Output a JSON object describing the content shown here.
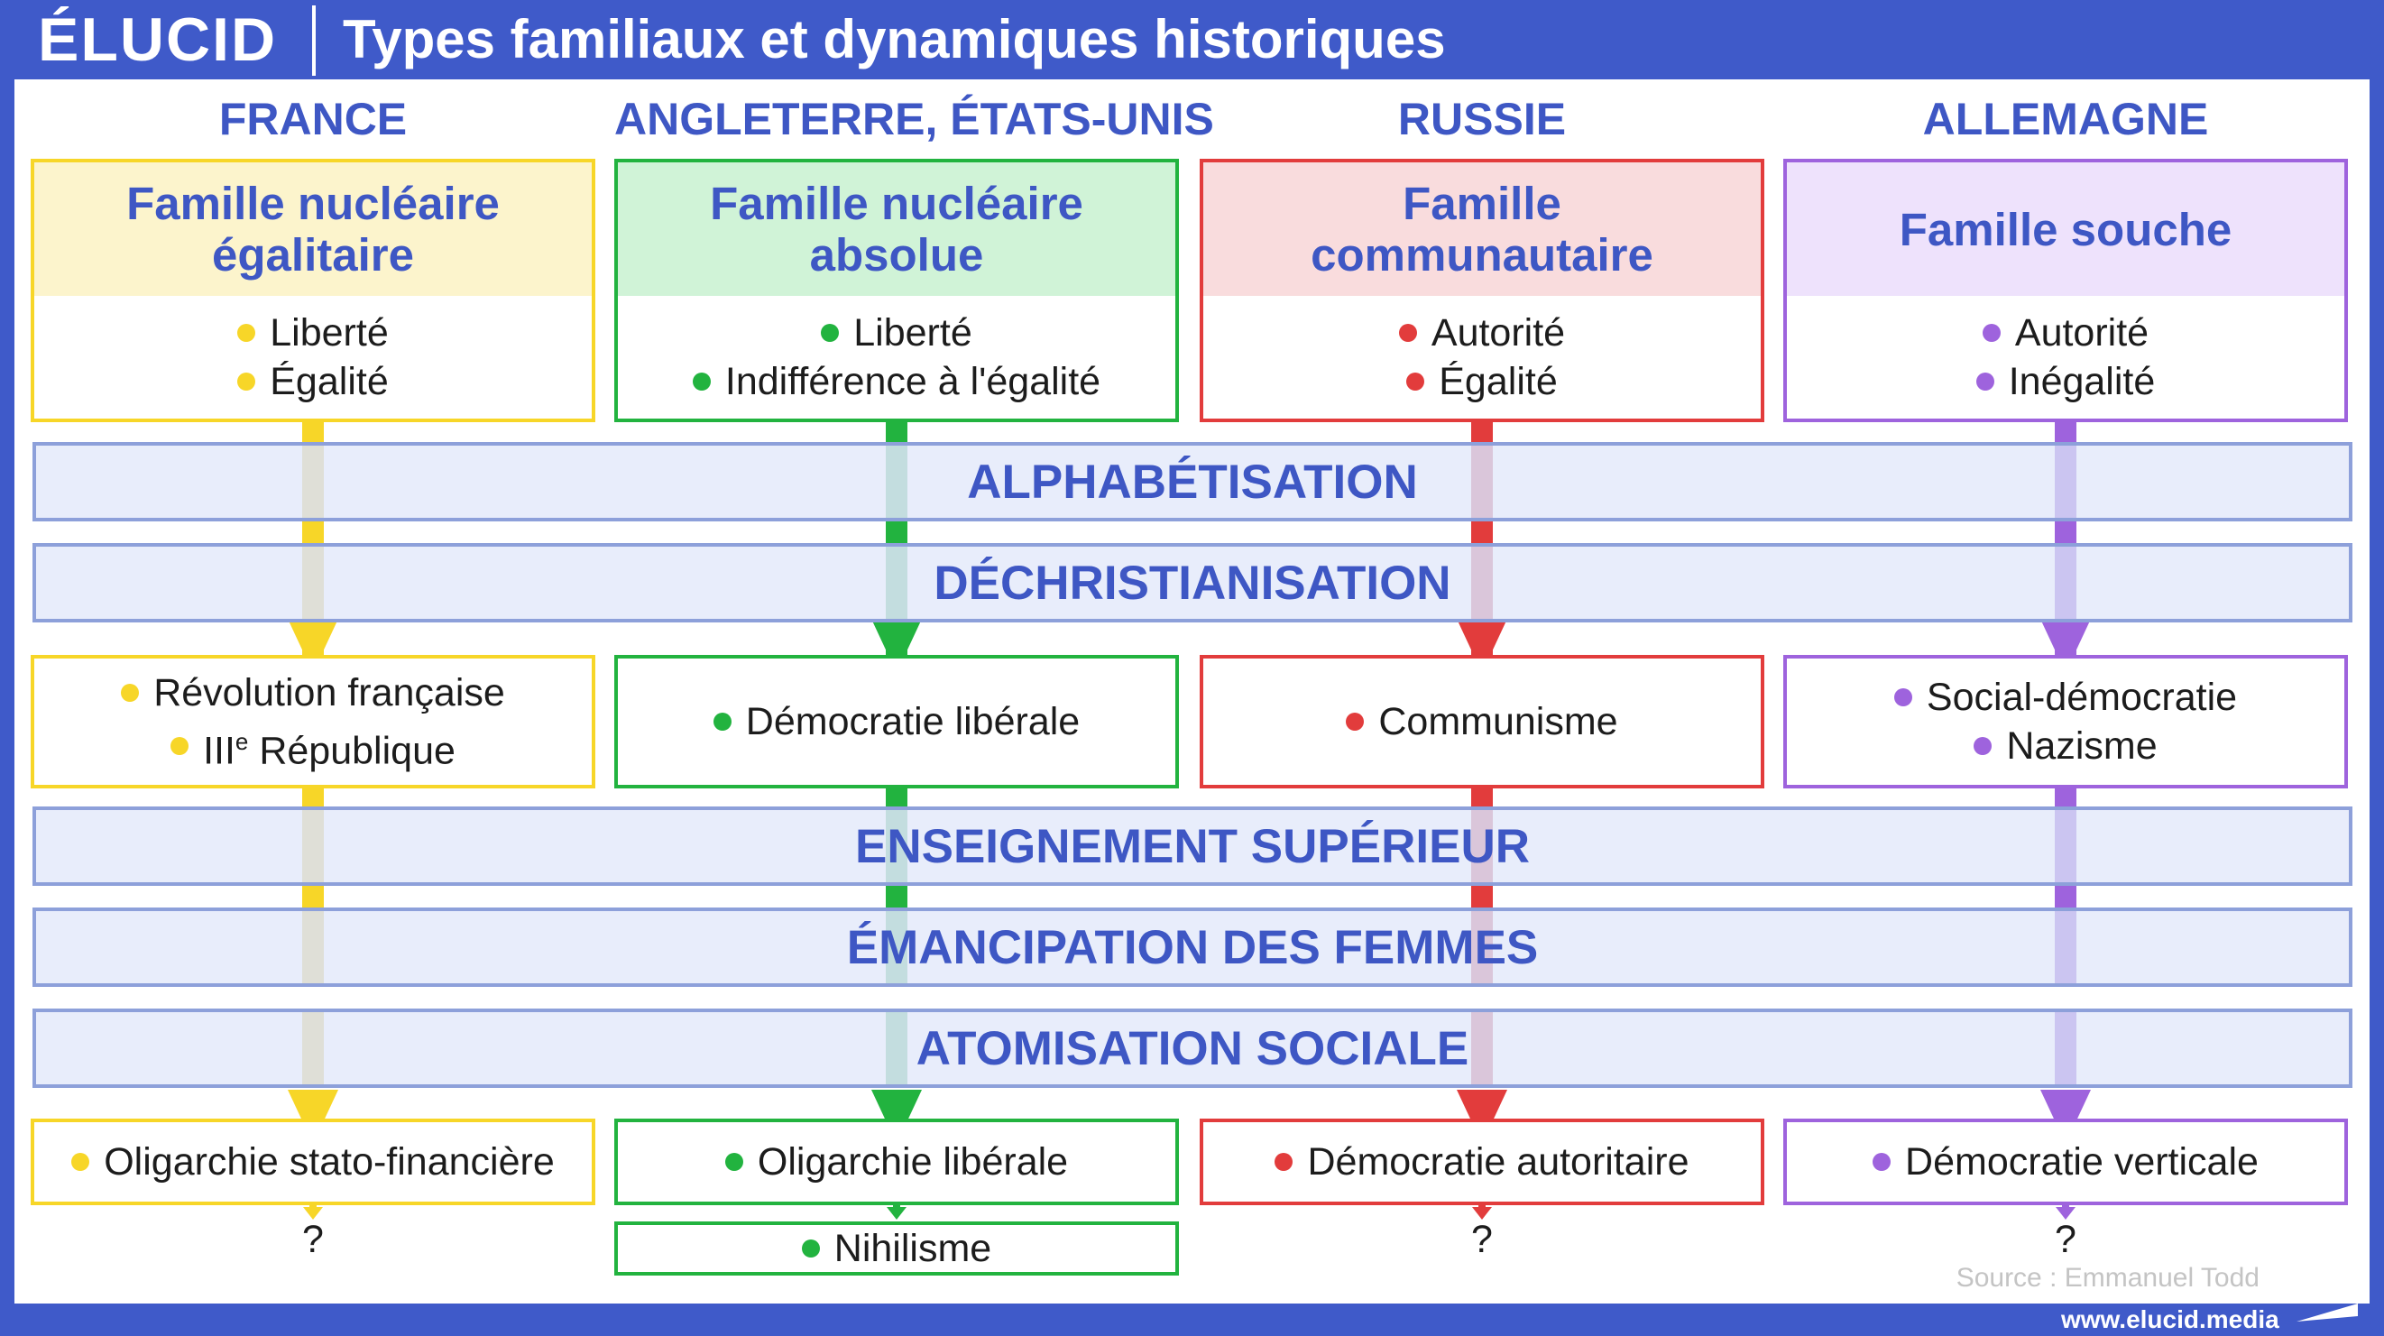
{
  "header": {
    "logo": "ÉLUCID",
    "title": "Types familiaux et dynamiques historiques"
  },
  "colors": {
    "brand": "#3f5ac9",
    "heading_text": "#3e57c4",
    "france": "#f7d628",
    "anglo": "#22b33f",
    "russia": "#e23c3c",
    "germany": "#9e63dd"
  },
  "columns": [
    {
      "country": "FRANCE",
      "family_lines": [
        "Famille nucléaire",
        "égalitaire"
      ],
      "values": [
        "Liberté",
        "Égalité"
      ],
      "outcomes_1": [
        "Révolution française",
        "IIIe République"
      ],
      "outcomes_2": [
        "Oligarchie stato-financière"
      ],
      "future": "?"
    },
    {
      "country": "ANGLETERRE, ÉTATS-UNIS",
      "family_lines": [
        "Famille nucléaire",
        "absolue"
      ],
      "values": [
        "Liberté",
        "Indifférence à l'égalité"
      ],
      "outcomes_1": [
        "Démocratie libérale"
      ],
      "outcomes_2": [
        "Oligarchie libérale"
      ],
      "future": "Nihilisme"
    },
    {
      "country": "RUSSIE",
      "family_lines": [
        "Famille",
        "communautaire"
      ],
      "values": [
        "Autorité",
        "Égalité"
      ],
      "outcomes_1": [
        "Communisme"
      ],
      "outcomes_2": [
        "Démocratie autoritaire"
      ],
      "future": "?"
    },
    {
      "country": "ALLEMAGNE",
      "family_lines": [
        "Famille souche"
      ],
      "values": [
        "Autorité",
        "Inégalité"
      ],
      "outcomes_1": [
        "Social-démocratie",
        "Nazisme"
      ],
      "outcomes_2": [
        "Démocratie verticale"
      ],
      "future": "?"
    }
  ],
  "bands": [
    "ALPHABÉTISATION",
    "DÉCHRISTIANISATION",
    "ENSEIGNEMENT SUPÉRIEUR",
    "ÉMANCIPATION DES FEMMES",
    "ATOMISATION SOCIALE"
  ],
  "footer": {
    "source": "Source : Emmanuel Todd",
    "site": "www.elucid.media"
  }
}
